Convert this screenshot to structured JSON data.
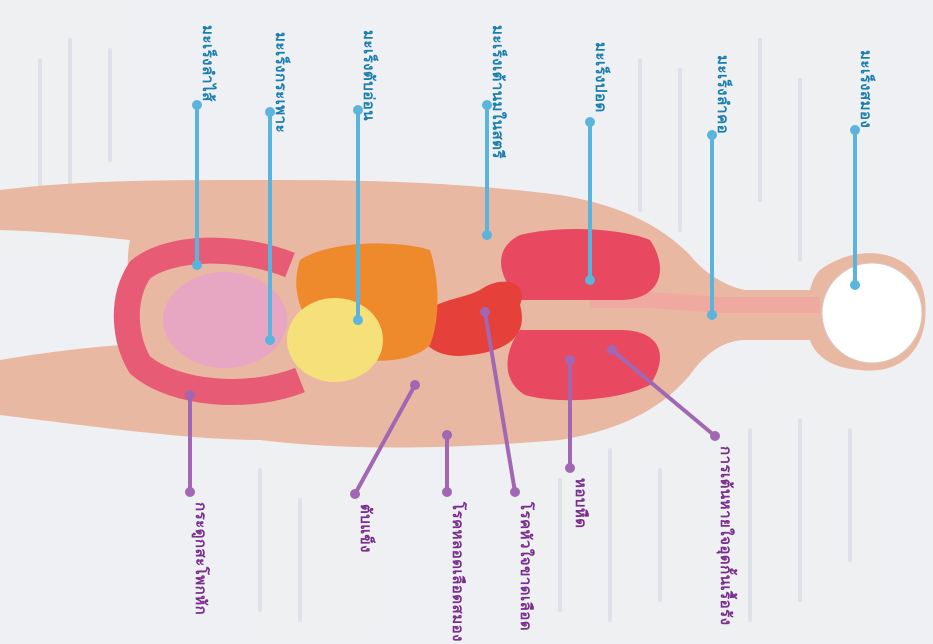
{
  "colors": {
    "page_bg": "#eef0f2",
    "skin": "#e9b8a3",
    "lung": "#e84860",
    "heart": "#e5403a",
    "liver": "#ef8a2c",
    "stomach": "#f5e07a",
    "intestine": "#e85b74",
    "small_intestine": "#e7a6c2",
    "brain": "#ffffff",
    "label_blue": "#1b7fae",
    "line_blue": "#5ab4dc",
    "label_purple": "#7a2f8e",
    "line_purple": "#a167b3"
  },
  "labels": {
    "top": [
      {
        "text": "มะเร็งสมอง",
        "color": "blue"
      },
      {
        "text": "มะเร็งลำคอ",
        "color": "blue"
      },
      {
        "text": "มะเร็งปอด",
        "color": "blue"
      },
      {
        "text": "มะเร็งเต้านมในสตรี",
        "color": "blue"
      },
      {
        "text": "มะเร็งตับอ่อน",
        "color": "blue"
      },
      {
        "text": "มะเร็งกระเพาะ",
        "color": "blue"
      },
      {
        "text": "มะเร็งลำไส้",
        "color": "blue"
      }
    ],
    "bottom": [
      {
        "text": "การเต้นหายใจอุดกั้นเรื้อรัง",
        "color": "purple"
      },
      {
        "text": "หอบหืด",
        "color": "purple"
      },
      {
        "text": "โรคหัวใจขาดเลือด",
        "color": "purple"
      },
      {
        "text": "โรคหลอดเลือดสมอง",
        "color": "purple"
      },
      {
        "text": "ตับแข็ง",
        "color": "purple"
      },
      {
        "text": "กระดูกสะโพกหัก",
        "color": "purple"
      }
    ]
  }
}
